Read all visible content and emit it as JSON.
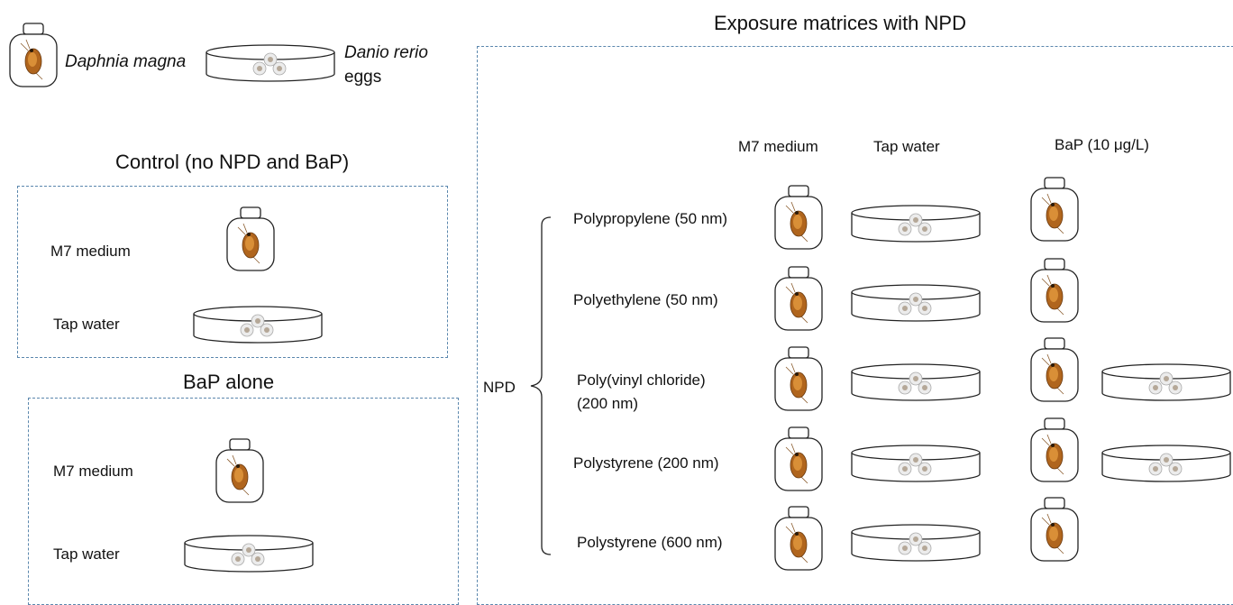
{
  "legend": {
    "daphnia_label": "Daphnia magna",
    "danio_label_line1": "Danio rerio",
    "danio_label_line2": "eggs"
  },
  "control": {
    "title": "Control (no NPD and BaP)",
    "row1_label": "M7 medium",
    "row2_label": "Tap water"
  },
  "bap_alone": {
    "title": "BaP alone",
    "row1_label": "M7 medium",
    "row2_label": "Tap water"
  },
  "exposure": {
    "title": "Exposure matrices with NPD",
    "columns": [
      "M7 medium",
      "Tap water",
      "BaP (10 μg/L)"
    ],
    "group_label": "NPD",
    "rows": [
      {
        "line1": "Polypropylene (50 nm)",
        "line2": ""
      },
      {
        "line1": "Polyethylene (50 nm)",
        "line2": ""
      },
      {
        "line1": "Poly(vinyl chloride)",
        "line2": "(200 nm)"
      },
      {
        "line1": "Polystyrene (200 nm)",
        "line2": ""
      },
      {
        "line1": "Polystyrene (600 nm)",
        "line2": ""
      }
    ]
  },
  "colors": {
    "dashed_border": "#5b87ad",
    "daphnia_body": "#b0651d",
    "egg_fill": "#c9c2b8"
  },
  "icons": [
    "daphnia-jar-icon",
    "petri-dish-eggs-icon",
    "bracket-icon"
  ]
}
